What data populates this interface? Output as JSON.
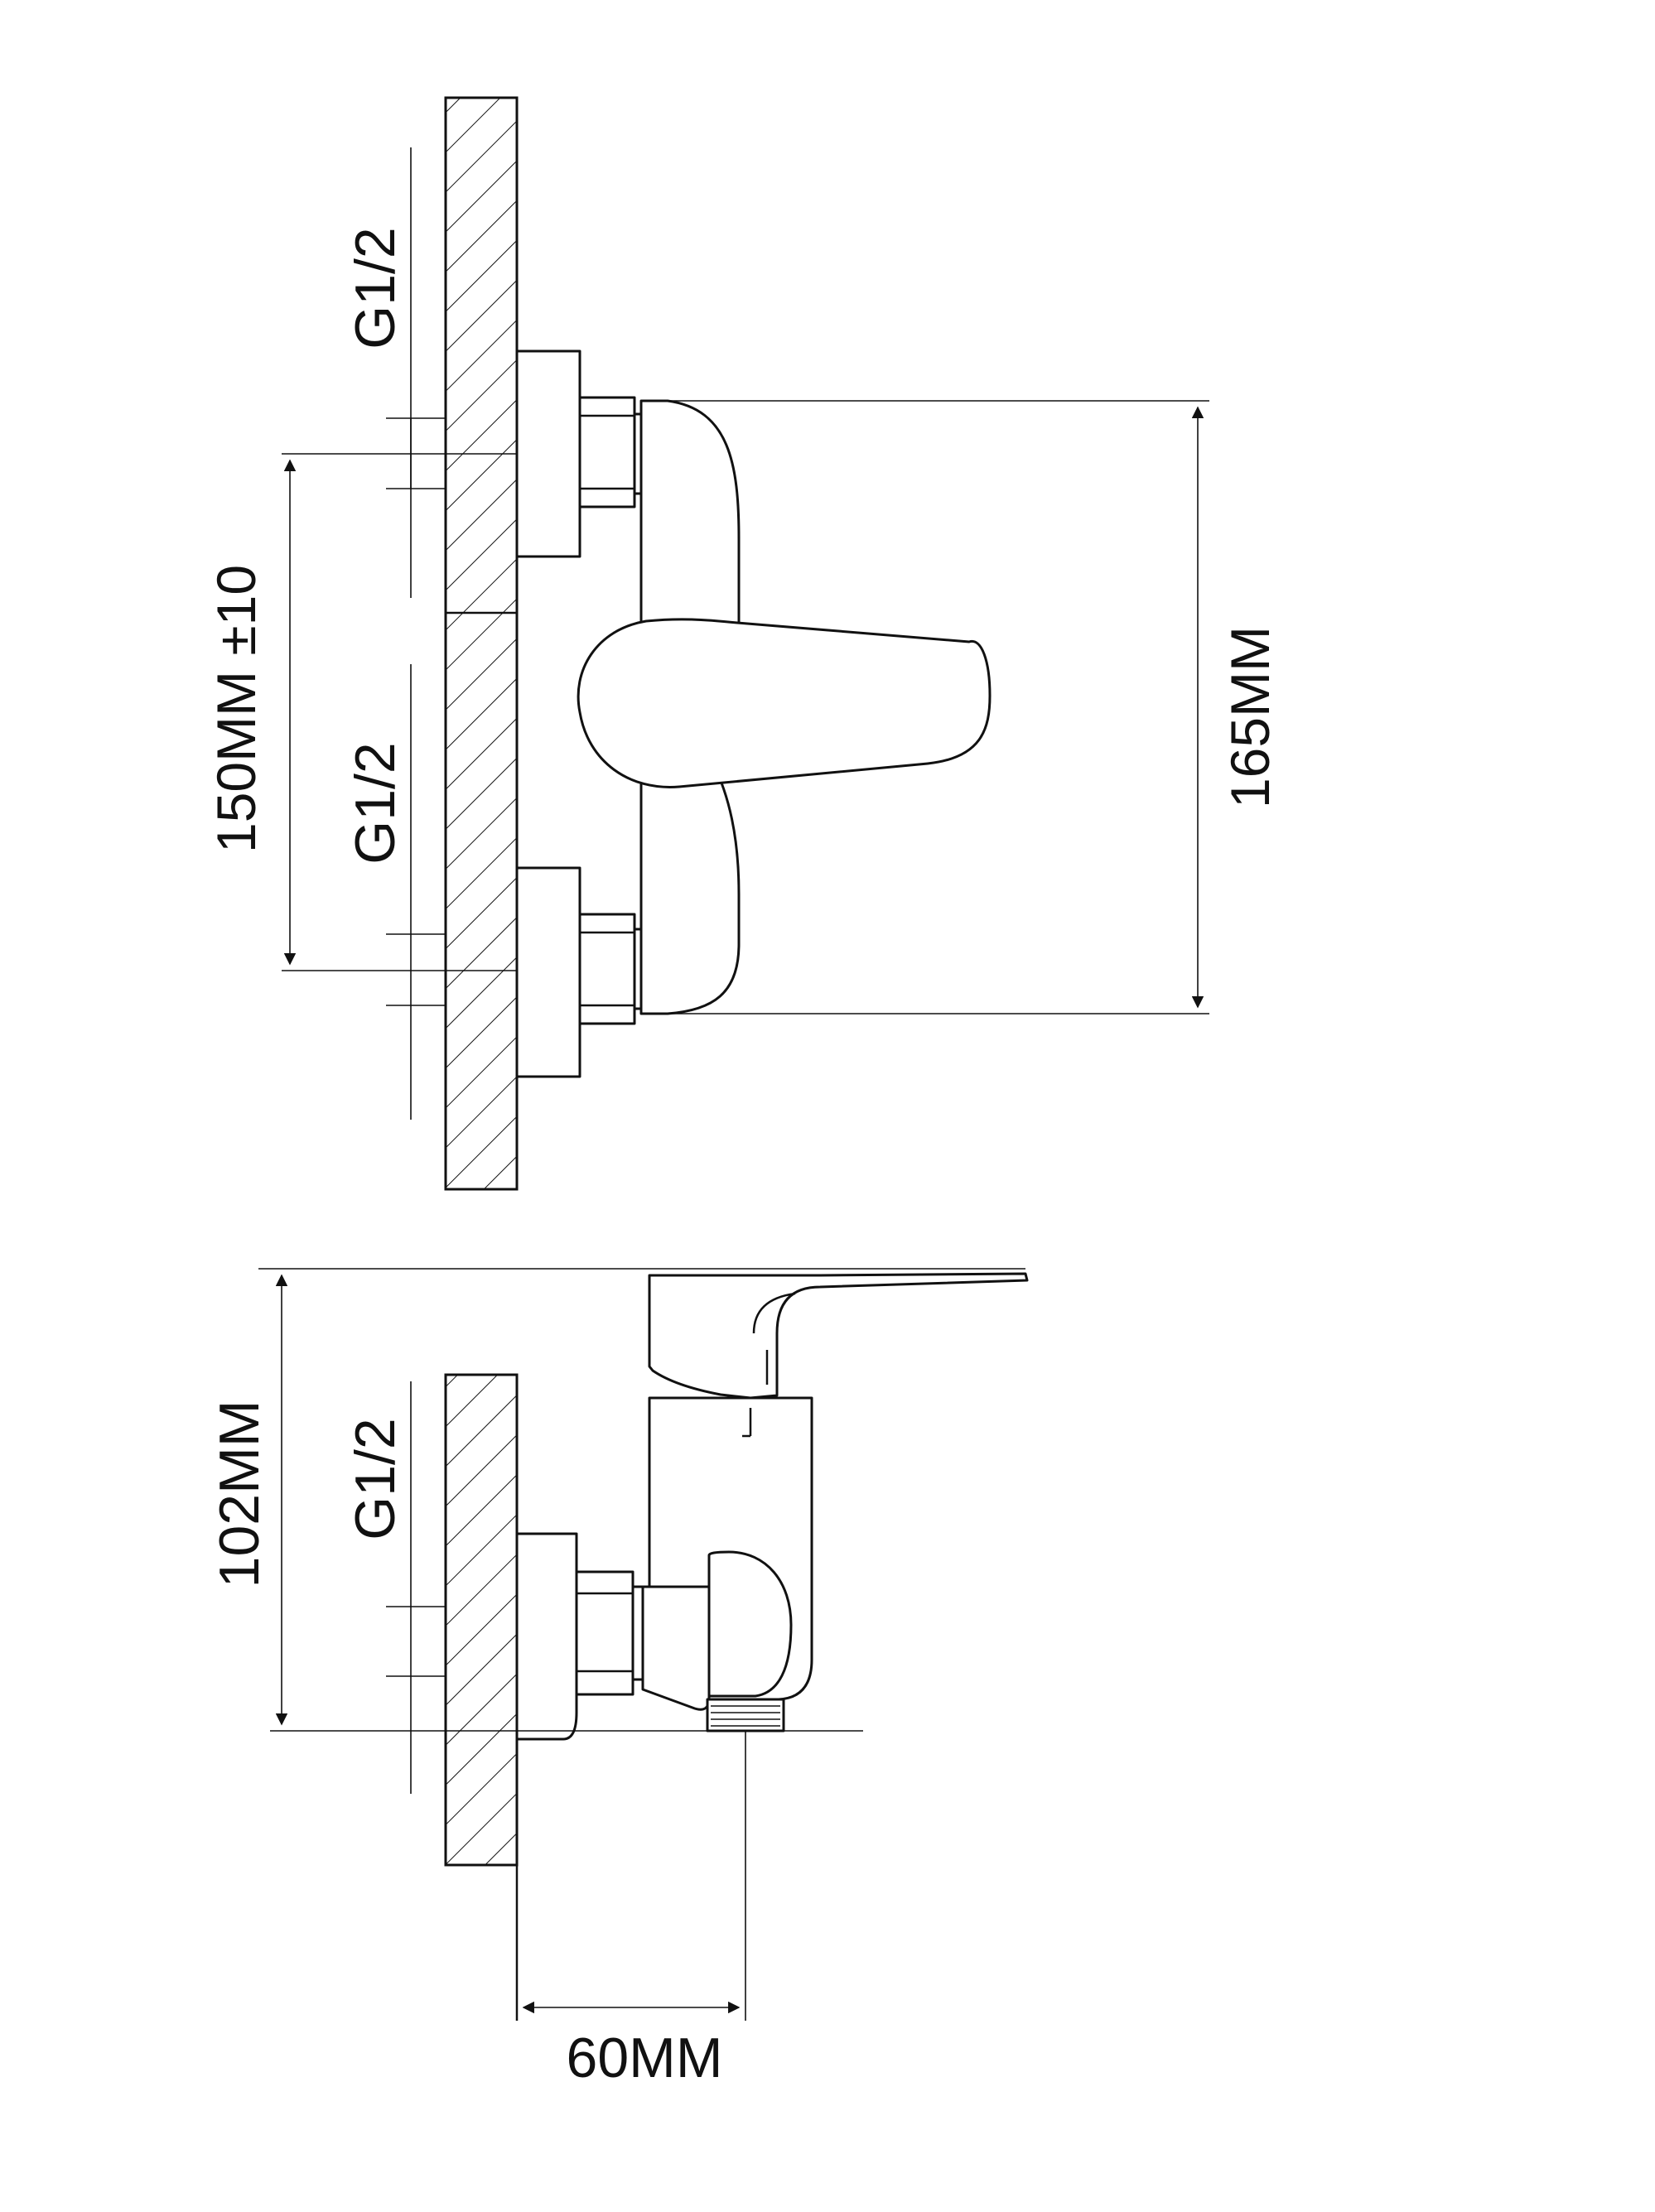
{
  "dimensions": {
    "thread_top": "G1/2",
    "thread_middle": "G1/2",
    "thread_side": "G1/2",
    "inlet_spacing": "150MM ±10",
    "body_length": "165MM",
    "side_height": "102MM",
    "outlet_offset": "60MM"
  },
  "colors": {
    "line": "#111111",
    "background": "#ffffff"
  }
}
